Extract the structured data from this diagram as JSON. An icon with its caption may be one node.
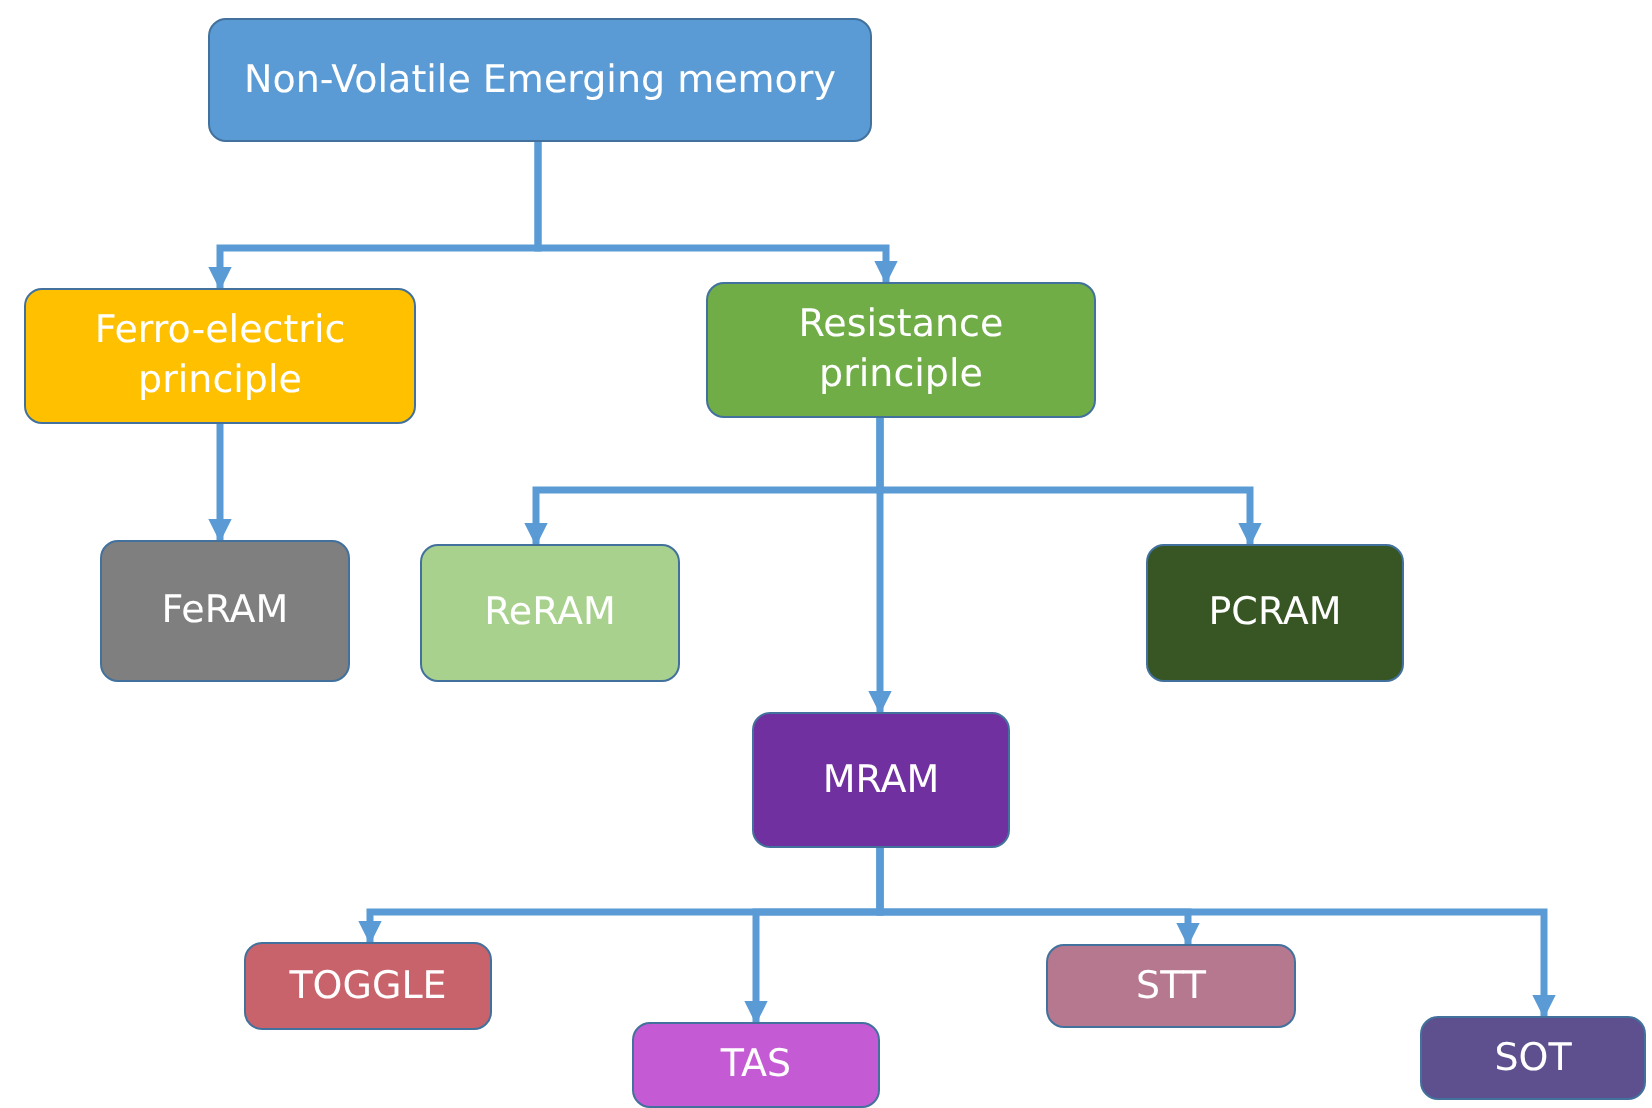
{
  "diagram": {
    "nodes": [
      {
        "text": [
          "Non-Volatile Emerging memory"
        ]
      },
      {
        "text": [
          "Ferro-electric principle"
        ]
      },
      {
        "text": [
          "Resistance principle"
        ]
      },
      {
        "text": [
          "FeRAM"
        ]
      },
      {
        "text": [
          "ReRAM"
        ]
      },
      {
        "text": [
          "PCRAM"
        ]
      },
      {
        "text": [
          "MRAM"
        ]
      },
      {
        "text": [
          "TOGGLE"
        ]
      },
      {
        "text": [
          "TAS"
        ]
      },
      {
        "text": [
          "STT"
        ]
      },
      {
        "text": [
          "SOT"
        ]
      }
    ],
    "edges": [
      {
        "from": 0,
        "to": 1,
        "arrow": "to"
      },
      {
        "from": 0,
        "to": 2,
        "arrow": "to"
      },
      {
        "from": 1,
        "to": 3,
        "arrow": "to"
      },
      {
        "from": 2,
        "to": 4,
        "arrow": "to"
      },
      {
        "from": 2,
        "to": 5,
        "arrow": "to"
      },
      {
        "from": 2,
        "to": 6,
        "arrow": "to"
      },
      {
        "from": 6,
        "to": 7,
        "arrow": "to"
      },
      {
        "from": 6,
        "to": 8,
        "arrow": "to"
      },
      {
        "from": 6,
        "to": 9,
        "arrow": "to"
      },
      {
        "from": 6,
        "to": 10,
        "arrow": "to"
      }
    ]
  }
}
